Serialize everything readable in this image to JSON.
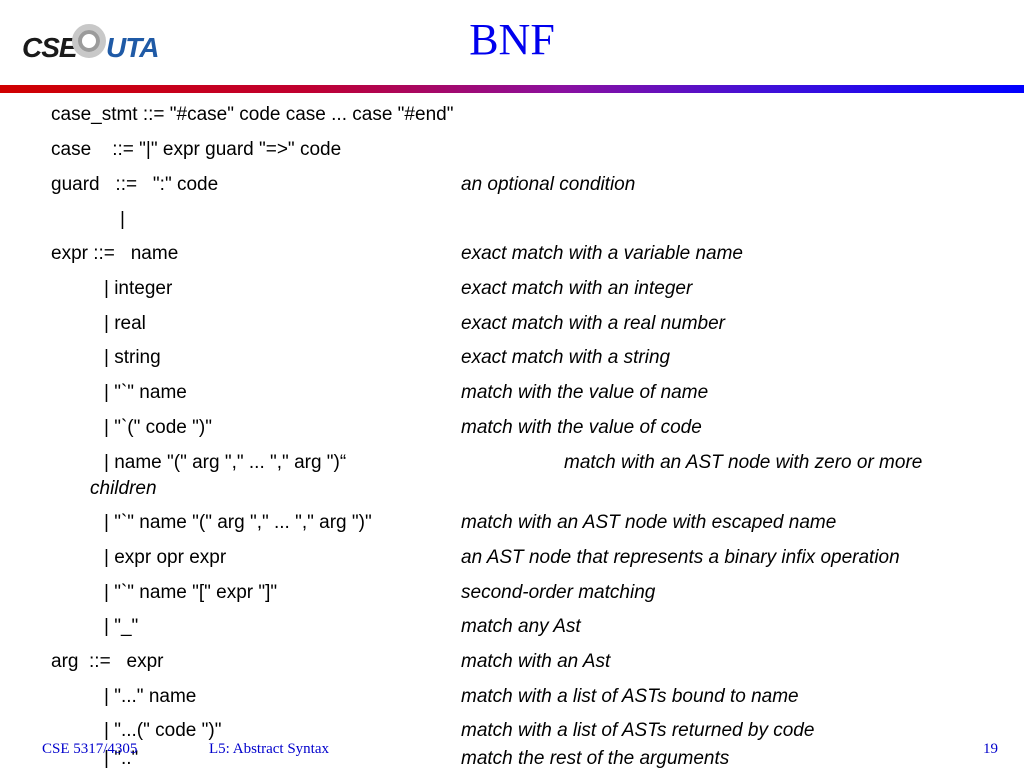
{
  "slide": {
    "title": "BNF",
    "logo": {
      "cse": "CSE",
      "uta": "UTA"
    }
  },
  "rows": [
    {
      "left": "case_stmt ::= \"#case\" code case ... case \"#end\"",
      "right": ""
    },
    {
      "left": "case    ::= \"|\" expr guard \"=>\" code",
      "right": ""
    },
    {
      "left": "guard   ::=   \":\" code",
      "right": "an optional condition"
    },
    {
      "left": "|",
      "right": ""
    },
    {
      "left": "expr ::=   name",
      "right": "exact match with a variable name"
    },
    {
      "left": "| integer",
      "right": "exact match with an integer"
    },
    {
      "left": "| real",
      "right": "exact match with a real number"
    },
    {
      "left": "| string",
      "right": "exact match with a string"
    },
    {
      "left": "| \"`\" name",
      "right": "match with the value of name"
    },
    {
      "left": "| \"`(\" code \")\"",
      "right": "match with the value of code"
    },
    {
      "left": "| name \"(\" arg \",\" ... \",\" arg \")“",
      "right": "match with an AST node with zero or more",
      "continuation": "children"
    },
    {
      "left": "| \"`\" name \"(\" arg \",\" ... \",\" arg \")\"",
      "right": "match with an AST node with escaped name"
    },
    {
      "left": "| expr opr expr",
      "right": "an AST node that represents a binary infix operation"
    },
    {
      "left": "| \"`\" name \"[\" expr \"]\"",
      "right": "second-order matching"
    },
    {
      "left": "| \"_\"",
      "right": "match any Ast"
    },
    {
      "left": "arg  ::=   expr",
      "right": "match with an Ast"
    },
    {
      "left": "| \"...\" name",
      "right": "match with a list of ASTs bound to name"
    },
    {
      "left": "| \"...(\" code \")\"",
      "right": "match with a list of ASTs returned by code"
    },
    {
      "left": "| \"..\"",
      "right": "match the rest of the arguments"
    }
  ],
  "footer": {
    "course": "CSE 5317/4305",
    "lecture": "L5: Abstract Syntax",
    "page": "19"
  },
  "colors": {
    "title": "#0000ee",
    "footer": "#0000cc",
    "rule_start": "#d00000",
    "rule_end": "#0000ff"
  }
}
